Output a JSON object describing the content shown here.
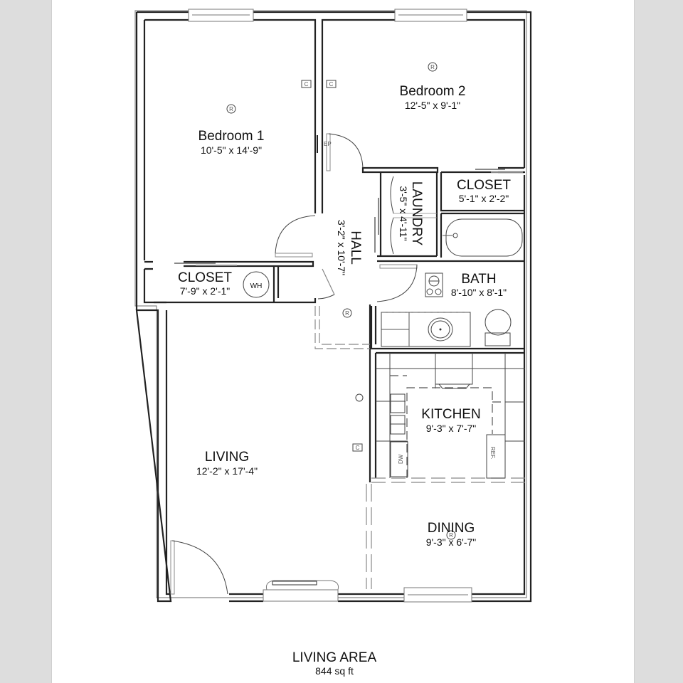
{
  "document": {
    "type": "floor-plan",
    "background_color": "#dddddd",
    "page_color": "#ffffff",
    "line_color": "#222222"
  },
  "rooms": {
    "bedroom1": {
      "name": "Bedroom 1",
      "dims": "10'-5\" x 14'-9\""
    },
    "bedroom2": {
      "name": "Bedroom 2",
      "dims": "12'-5\" x 9'-1\""
    },
    "laundry": {
      "name": "LAUNDRY",
      "dims": "3'-5\" x 4'-11\""
    },
    "closet_bed2": {
      "name": "CLOSET",
      "dims": "5'-1\" x 2'-2\""
    },
    "hall": {
      "name": "HALL",
      "dims": "3'-2\" x 10'-7\""
    },
    "closet_bed1": {
      "name": "CLOSET",
      "dims": "7'-9\" x 2'-1\""
    },
    "bath": {
      "name": "BATH",
      "dims": "8'-10\" x 8'-1\""
    },
    "kitchen": {
      "name": "KITCHEN",
      "dims": "9'-3\" x 7'-7\""
    },
    "living": {
      "name": "LIVING",
      "dims": "12'-2\" x 17'-4\""
    },
    "dining": {
      "name": "DINING",
      "dims": "9'-3\" x 6'-7\""
    }
  },
  "fixtures": {
    "water_heater": "WH",
    "electrical_panel": "EP",
    "refrigerator": "REF.",
    "dishwasher": "DW",
    "cable_outlet": "C",
    "smoke_detector": "R"
  },
  "footer": {
    "title": "LIVING AREA",
    "area": "844 sq ft"
  }
}
